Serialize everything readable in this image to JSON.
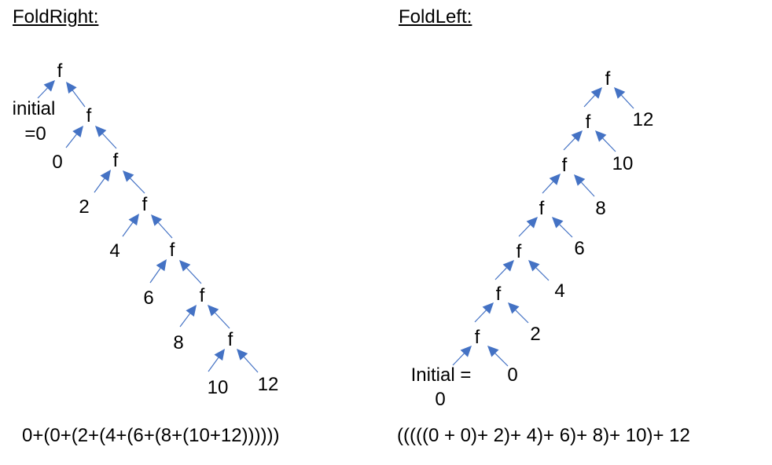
{
  "fold_right": {
    "title": "FoldRight:",
    "f_label": "f",
    "initial_line1": "initial",
    "initial_line2": "=0",
    "values": [
      "0",
      "2",
      "4",
      "6",
      "8",
      "10",
      "12"
    ],
    "formula": "0+(0+(2+(4+(6+(8+(10+12))))))"
  },
  "fold_left": {
    "title": "FoldLeft:",
    "f_label": "f",
    "initial_line1": "Initial =",
    "initial_line2": "0",
    "values": [
      "0",
      "2",
      "4",
      "6",
      "8",
      "10",
      "12"
    ],
    "formula": "(((((0 + 0)+ 2)+ 4)+ 6)+ 8)+ 10)+ 12"
  },
  "colors": {
    "arrow": "#4472c4",
    "text": "#000000"
  }
}
